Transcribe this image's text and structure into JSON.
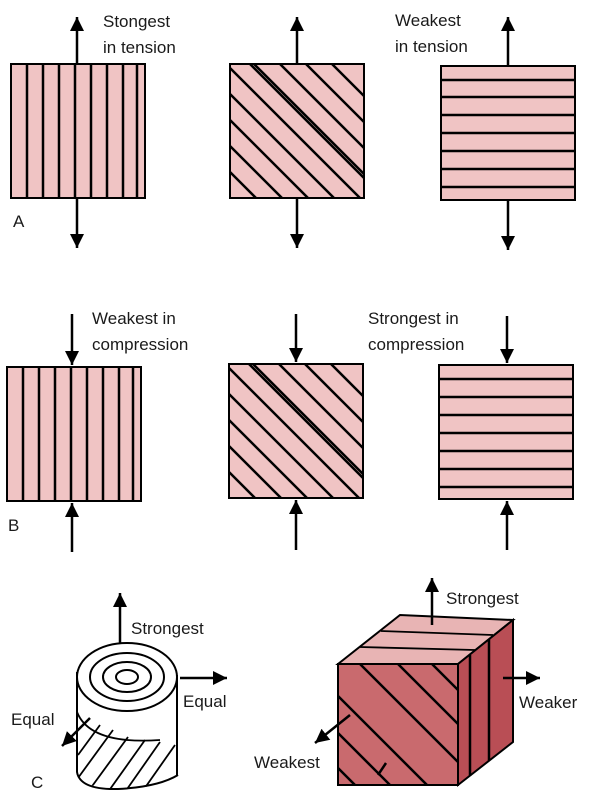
{
  "panels": {
    "a": {
      "letter": "A",
      "left_label": [
        "Stongest",
        "in tension"
      ],
      "right_label": [
        "Weakest",
        "in tension"
      ]
    },
    "b": {
      "letter": "B",
      "left_label": [
        "Weakest in",
        "compression"
      ],
      "right_label": [
        "Strongest in",
        "compression"
      ]
    },
    "c": {
      "letter": "C",
      "log": {
        "up": "Strongest",
        "right": "Equal",
        "left": "Equal"
      },
      "cube": {
        "up": "Strongest",
        "right": "Weaker",
        "left": "Weakest"
      }
    }
  },
  "colors": {
    "block_fill": "#f0c4c4",
    "cube_front": "#c96a6e",
    "cube_side": "#b94e55",
    "cube_top": "#e8b4b4",
    "line": "#000000"
  }
}
